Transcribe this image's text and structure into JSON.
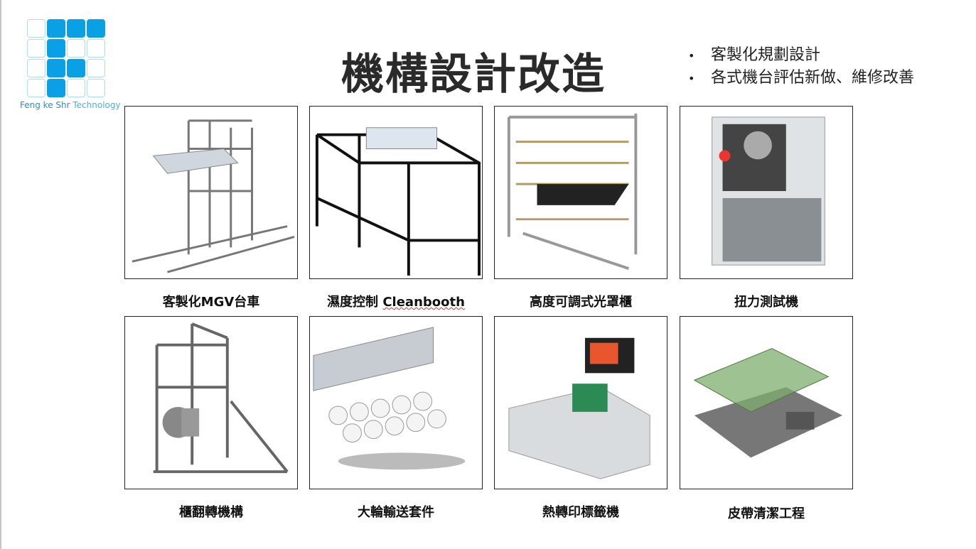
{
  "logo": {
    "text_a": "Feng ke Shr",
    "text_b": "Technology"
  },
  "title": "機構設計改造",
  "bullets": [
    "客製化規劃設計",
    "各式機台評估新做、維修改善"
  ],
  "items": [
    {
      "label": "客製化MGV台車"
    },
    {
      "label_a": "濕度控制 ",
      "label_b": "Cleanbooth"
    },
    {
      "label": "高度可調式光罩櫃"
    },
    {
      "label": "扭力測試機"
    },
    {
      "label": "櫃翻轉機構"
    },
    {
      "label": "大輪輸送套件"
    },
    {
      "label": "熱轉印標籤機"
    },
    {
      "label": "皮帶清潔工程"
    }
  ]
}
